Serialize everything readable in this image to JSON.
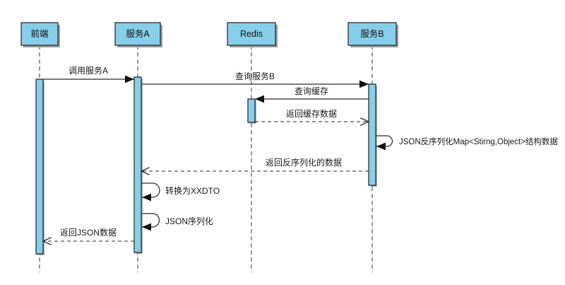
{
  "diagram": {
    "type": "uml-sequence-diagram",
    "participants": [
      {
        "name": "前端"
      },
      {
        "name": "服务A"
      },
      {
        "name": "Redis"
      },
      {
        "name": "服务B"
      }
    ],
    "messages": [
      {
        "label": "调用服务A",
        "from": "前端",
        "to": "服务A",
        "line": "solid",
        "arrow": "filled"
      },
      {
        "label": "查询服务B",
        "from": "服务A",
        "to": "服务B",
        "line": "solid",
        "arrow": "filled"
      },
      {
        "label": "查询缓存",
        "from": "服务B",
        "to": "Redis",
        "line": "solid",
        "arrow": "filled"
      },
      {
        "label": "返回缓存数据",
        "from": "Redis",
        "to": "服务B",
        "line": "dashed",
        "arrow": "open"
      },
      {
        "label": "JSON反序列化Map<Stirng,Object>结构数据",
        "from": "服务B",
        "to": "服务B",
        "line": "self",
        "arrow": "filled"
      },
      {
        "label": "返回反序列化的数据",
        "from": "服务B",
        "to": "服务A",
        "line": "dashed",
        "arrow": "open"
      },
      {
        "label": "转换为XXDTO",
        "from": "服务A",
        "to": "服务A",
        "line": "self",
        "arrow": "filled"
      },
      {
        "label": "JSON序列化",
        "from": "服务A",
        "to": "服务A",
        "line": "self",
        "arrow": "filled"
      },
      {
        "label": "返回JSON数据",
        "from": "服务A",
        "to": "前端",
        "line": "dashed",
        "arrow": "open"
      }
    ],
    "colors": {
      "participant_fill": "#87CEEB",
      "activation_fill": "#87CEEB",
      "border": "#222222",
      "lifeline": "#666666",
      "message_line": "#2a2a2a",
      "shadow": "#9a9a9a",
      "background": "#ffffff"
    }
  }
}
